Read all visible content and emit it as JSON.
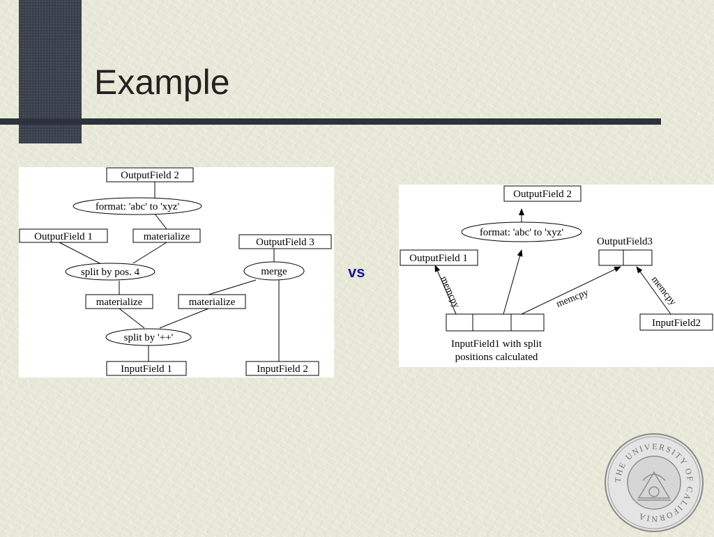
{
  "slide": {
    "title": "Example",
    "vs_label": "vs"
  },
  "left_diagram": {
    "output_field_2": "OutputField 2",
    "format_op": "format: 'abc' to 'xyz'",
    "output_field_1": "OutputField 1",
    "materialize_top": "materialize",
    "output_field_3": "OutputField 3",
    "split_pos": "split by pos. 4",
    "merge_op": "merge",
    "materialize_left": "materialize",
    "materialize_right": "materialize",
    "split_plus": "split by '++'",
    "input_field_1": "InputField 1",
    "input_field_2": "InputField 2"
  },
  "right_diagram": {
    "output_field_2": "OutputField 2",
    "format_op": "format: 'abc' to 'xyz'",
    "output_field_1": "OutputField 1",
    "output_field_3": "OutputField3",
    "memcpy_1": "memcpy",
    "memcpy_2": "memcpy",
    "memcpy_3": "memcpy",
    "input_field_2": "InputField2",
    "input_field_1_line1": "InputField1 with split",
    "input_field_1_line2": "positions calculated"
  },
  "seal": {
    "arc_text": "THE UNIVERSITY OF CALIFORNIA"
  },
  "colors": {
    "diagram_bg": "#ffffff",
    "accent_bar": "#3a3f4c",
    "vs_text": "#1a1a8c",
    "title_text": "#222222"
  }
}
